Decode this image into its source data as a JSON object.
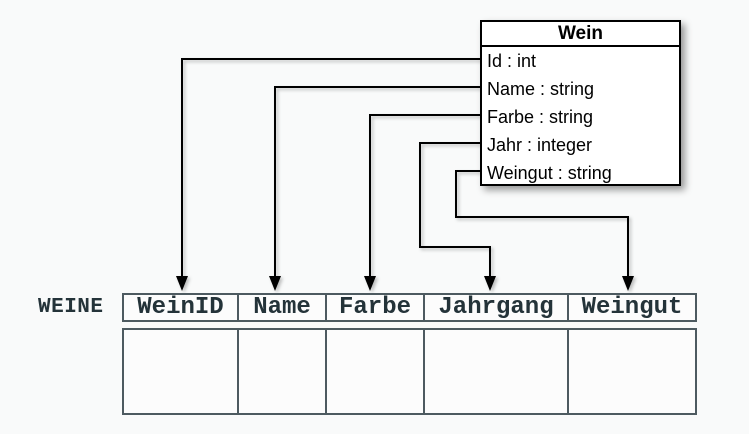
{
  "diagram": {
    "class_box": {
      "title": "Wein",
      "attributes": [
        "Id : int",
        "Name : string",
        "Farbe : string",
        "Jahr : integer",
        "Weingut : string"
      ]
    },
    "table": {
      "name": "WEINE",
      "columns": [
        "WeinID",
        "Name",
        "Farbe",
        "Jahrgang",
        "Weingut"
      ],
      "empty_row_cells": [
        "",
        "",
        "",
        "",
        ""
      ]
    },
    "mappings": [
      {
        "from": "Id",
        "to": "WeinID"
      },
      {
        "from": "Name",
        "to": "Name"
      },
      {
        "from": "Farbe",
        "to": "Farbe"
      },
      {
        "from": "Jahr",
        "to": "Jahrgang"
      },
      {
        "from": "Weingut",
        "to": "Weingut"
      }
    ],
    "colors": {
      "background": "#f9fafa",
      "box_border": "#000000",
      "box_fill": "#ffffff",
      "connector": "#000000",
      "table_border": "#4d5a60",
      "table_text": "#243339"
    }
  }
}
